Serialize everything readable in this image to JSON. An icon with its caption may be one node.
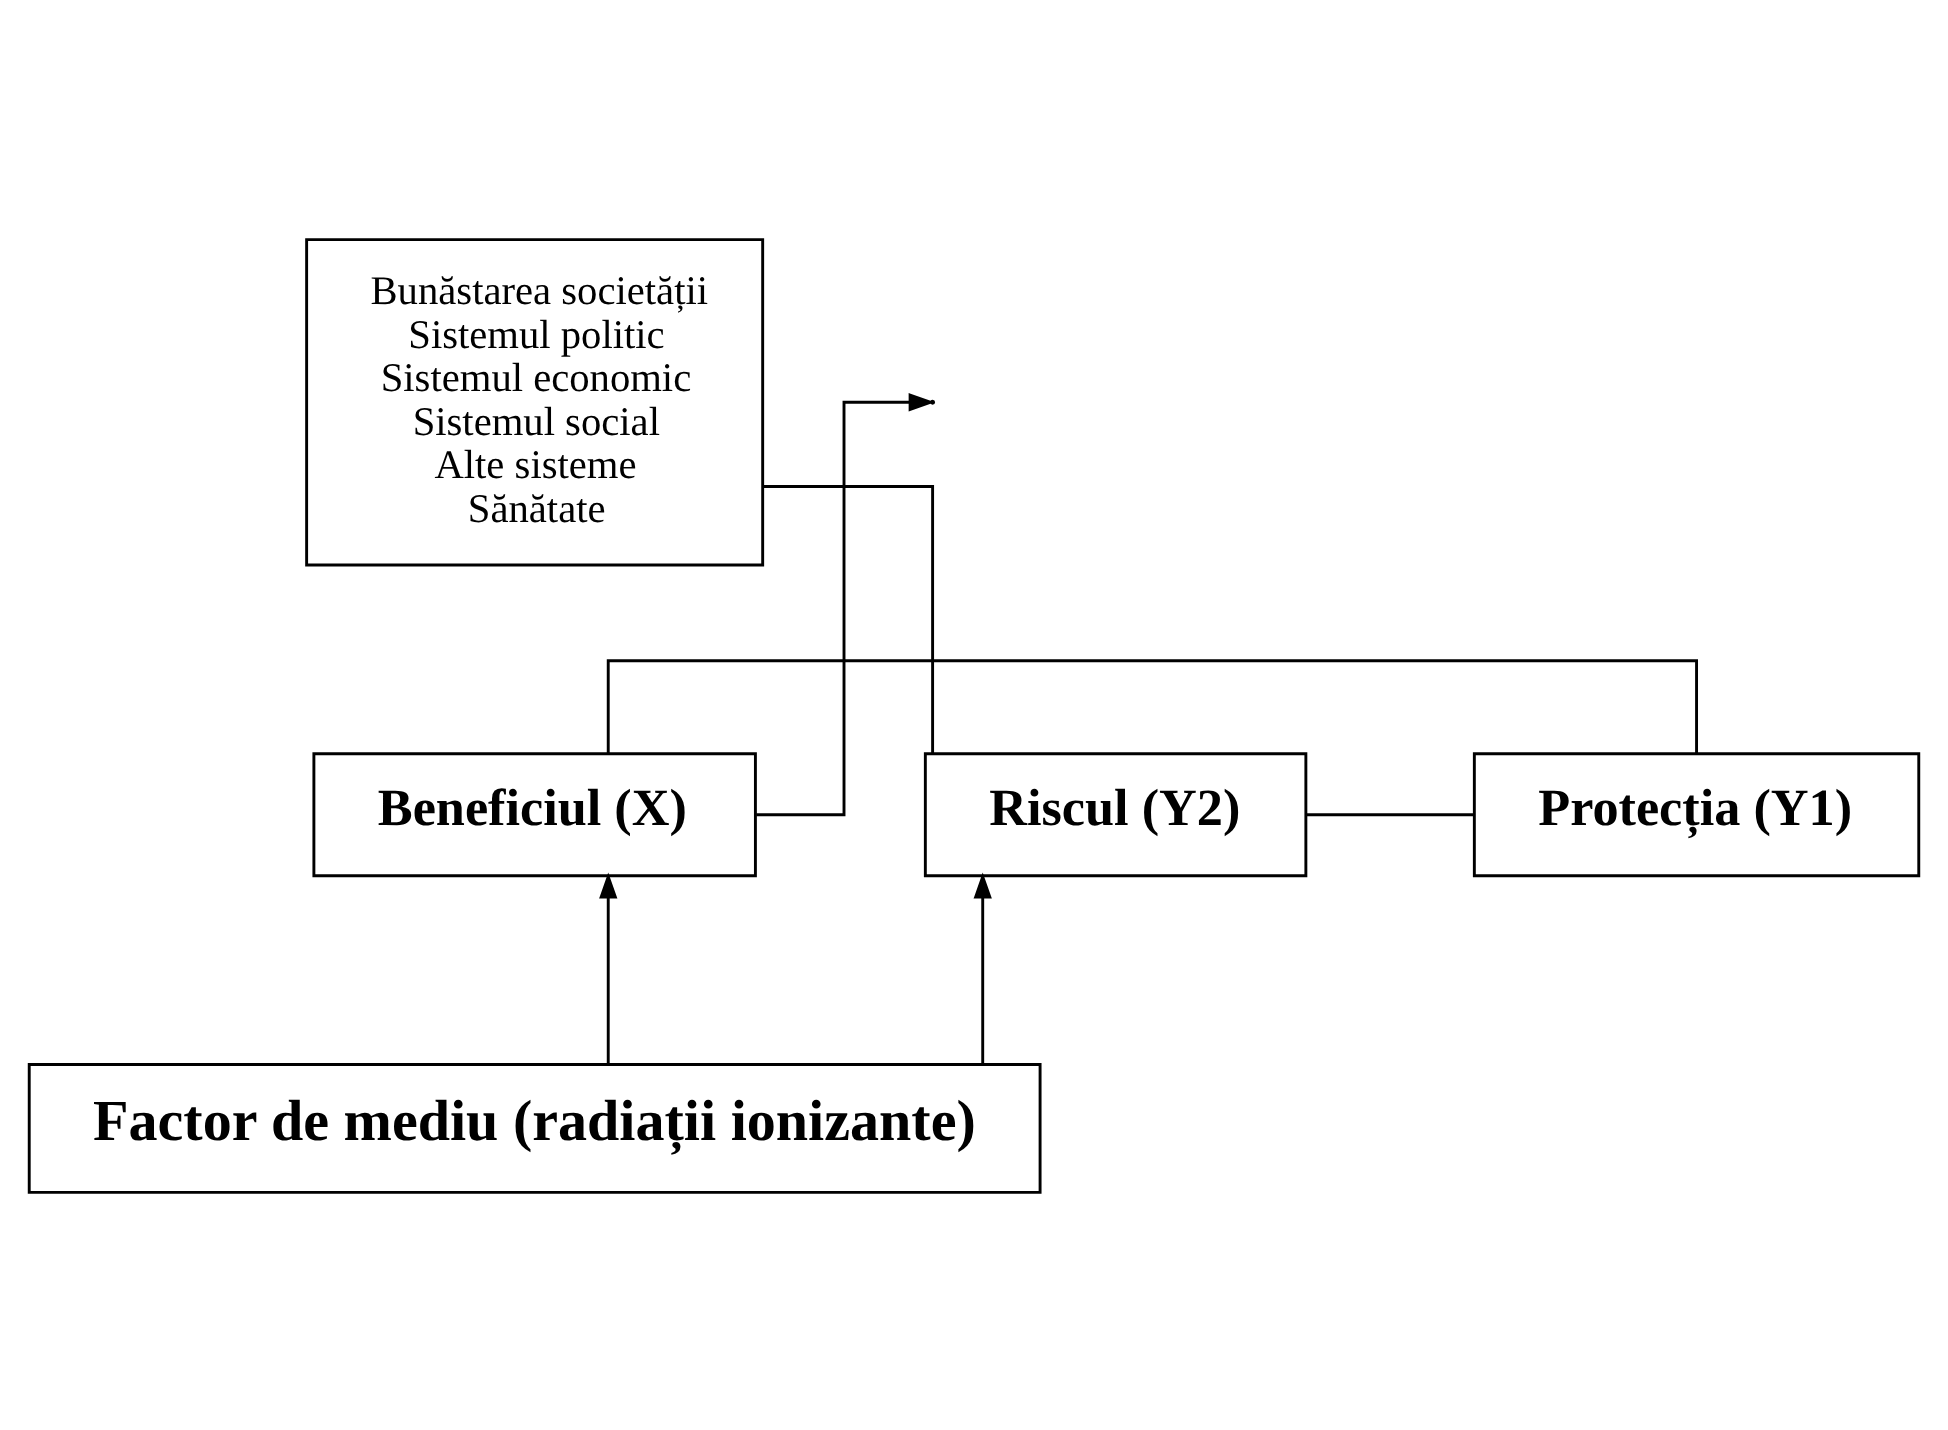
{
  "diagram": {
    "nodes": [
      {
        "text": [
          "Bunăstarea societății",
          "Sistemul politic",
          "Sistemul economic",
          "Sistemul social",
          "Alte sisteme",
          "Sănătate"
        ]
      },
      {
        "text": [
          "Beneficiul (X)"
        ]
      },
      {
        "text": [
          "Protecția (Y1)"
        ]
      },
      {
        "text": [
          "Riscul (Y2)"
        ]
      },
      {
        "text": [
          "Factor de mediu (radiații ionizante)"
        ]
      }
    ],
    "edges": [
      {
        "from": 1,
        "to": null,
        "arrow": "to"
      },
      {
        "from": 1,
        "to": 2,
        "arrow": "none"
      },
      {
        "from": 2,
        "to": 3,
        "arrow": "none"
      },
      {
        "from": 0,
        "to": 3,
        "arrow": "none"
      },
      {
        "from": 4,
        "to": 1,
        "arrow": "to"
      },
      {
        "from": 4,
        "to": 3,
        "arrow": "to"
      }
    ]
  }
}
